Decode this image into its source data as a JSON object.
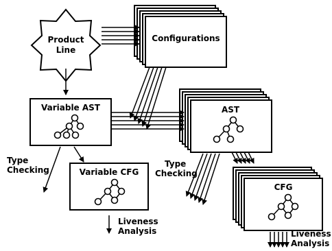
{
  "product_line": {
    "line1": "Product",
    "line2": "Line"
  },
  "configurations": {
    "label": "Configurations"
  },
  "variable_ast": {
    "label": "Variable AST"
  },
  "ast": {
    "label": "AST"
  },
  "variable_cfg": {
    "label": "Variable CFG"
  },
  "cfg": {
    "label": "CFG"
  },
  "type_checking_left": {
    "line1": "Type",
    "line2": "Checking"
  },
  "type_checking_right": {
    "line1": "Type",
    "line2": "Checking"
  },
  "liveness_left": {
    "line1": "Liveness",
    "line2": "Analysis"
  },
  "liveness_right": {
    "line1": "Liveness",
    "line2": "Analysis"
  }
}
